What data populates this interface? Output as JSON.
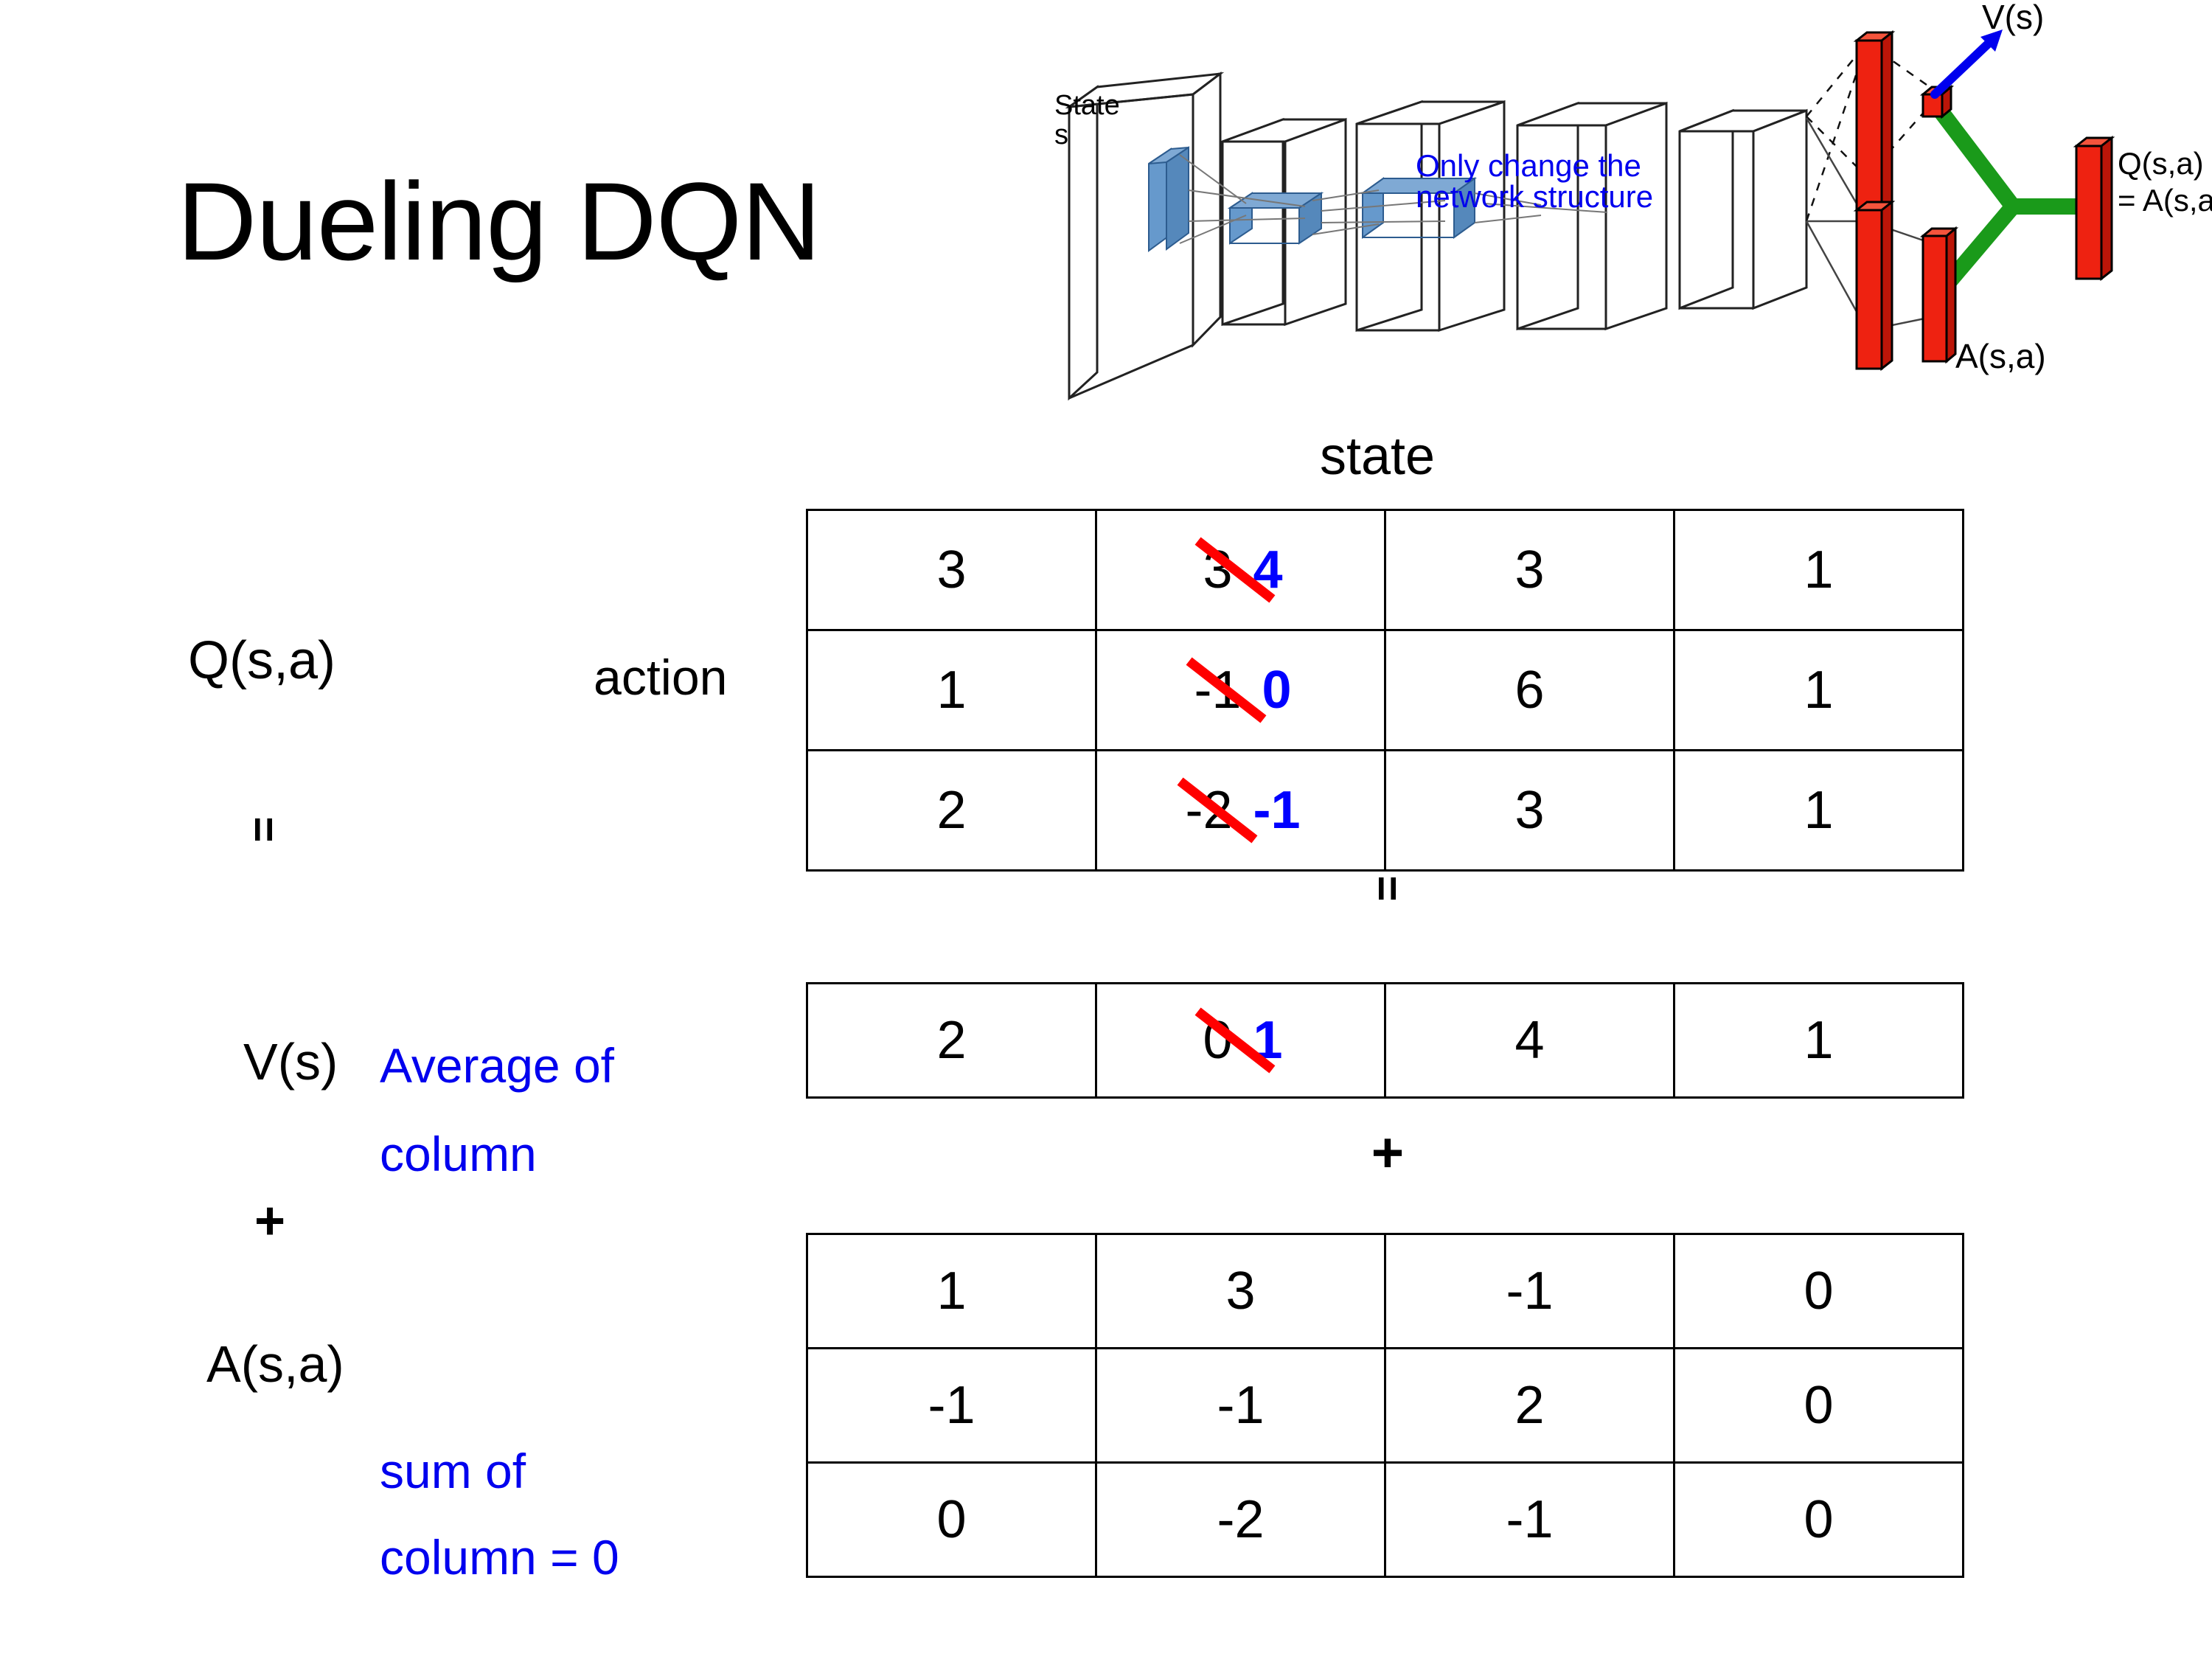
{
  "slide": {
    "title": "Dueling DQN",
    "background_color": "#ffffff"
  },
  "colors": {
    "blue_text": "#0000EE",
    "blue_value": "#0000FF",
    "red_strike": "#FF0000",
    "green_link": "#1A9A1A",
    "red_bar": "#EE2211",
    "blue_block": "#6699CC",
    "black": "#000000"
  },
  "diagram": {
    "input_label_line1": "State",
    "input_label_line2": "s",
    "note_line1": "Only change the",
    "note_line2": "network structure",
    "value_label": "V(s)",
    "advantage_label": "A(s,a)",
    "output_label_line1": "Q(s,a)",
    "output_label_line2": "= A(s,a)+V(s)"
  },
  "labels": {
    "state_header": "state",
    "action_header": "action",
    "q_label": "Q(s,a)",
    "v_label": "V(s)",
    "a_label": "A(s,a)",
    "equals_under_q": "=",
    "equals_under_qtable": "=",
    "plus_under_v": "+",
    "plus_under_vtable": "+",
    "avg_note_line1": "Average of",
    "avg_note_line2": "column",
    "sum_note_line1": "sum of",
    "sum_note_line2": "column = 0"
  },
  "chart_data": {
    "type": "table",
    "title": "Dueling DQN decomposition Q(s,a) = V(s) + A(s,a)",
    "xlabel": "state",
    "ylabel": "action",
    "tables": [
      {
        "name": "Q(s,a)",
        "rows": [
          [
            {
              "value": "3"
            },
            {
              "value": "3",
              "struck": true,
              "new_value": "4"
            },
            {
              "value": "3"
            },
            {
              "value": "1"
            }
          ],
          [
            {
              "value": "1"
            },
            {
              "value": "-1",
              "struck": true,
              "new_value": "0"
            },
            {
              "value": "6"
            },
            {
              "value": "1"
            }
          ],
          [
            {
              "value": "2"
            },
            {
              "value": "-2",
              "struck": true,
              "new_value": "-1"
            },
            {
              "value": "3"
            },
            {
              "value": "1"
            }
          ]
        ]
      },
      {
        "name": "V(s)",
        "rows": [
          [
            {
              "value": "2"
            },
            {
              "value": "0",
              "struck": true,
              "new_value": "1"
            },
            {
              "value": "4"
            },
            {
              "value": "1"
            }
          ]
        ]
      },
      {
        "name": "A(s,a)",
        "rows": [
          [
            {
              "value": "1"
            },
            {
              "value": "3"
            },
            {
              "value": "-1"
            },
            {
              "value": "0"
            }
          ],
          [
            {
              "value": "-1"
            },
            {
              "value": "-1"
            },
            {
              "value": "2"
            },
            {
              "value": "0"
            }
          ],
          [
            {
              "value": "0"
            },
            {
              "value": "-2"
            },
            {
              "value": "-1"
            },
            {
              "value": "0"
            }
          ]
        ]
      }
    ]
  }
}
